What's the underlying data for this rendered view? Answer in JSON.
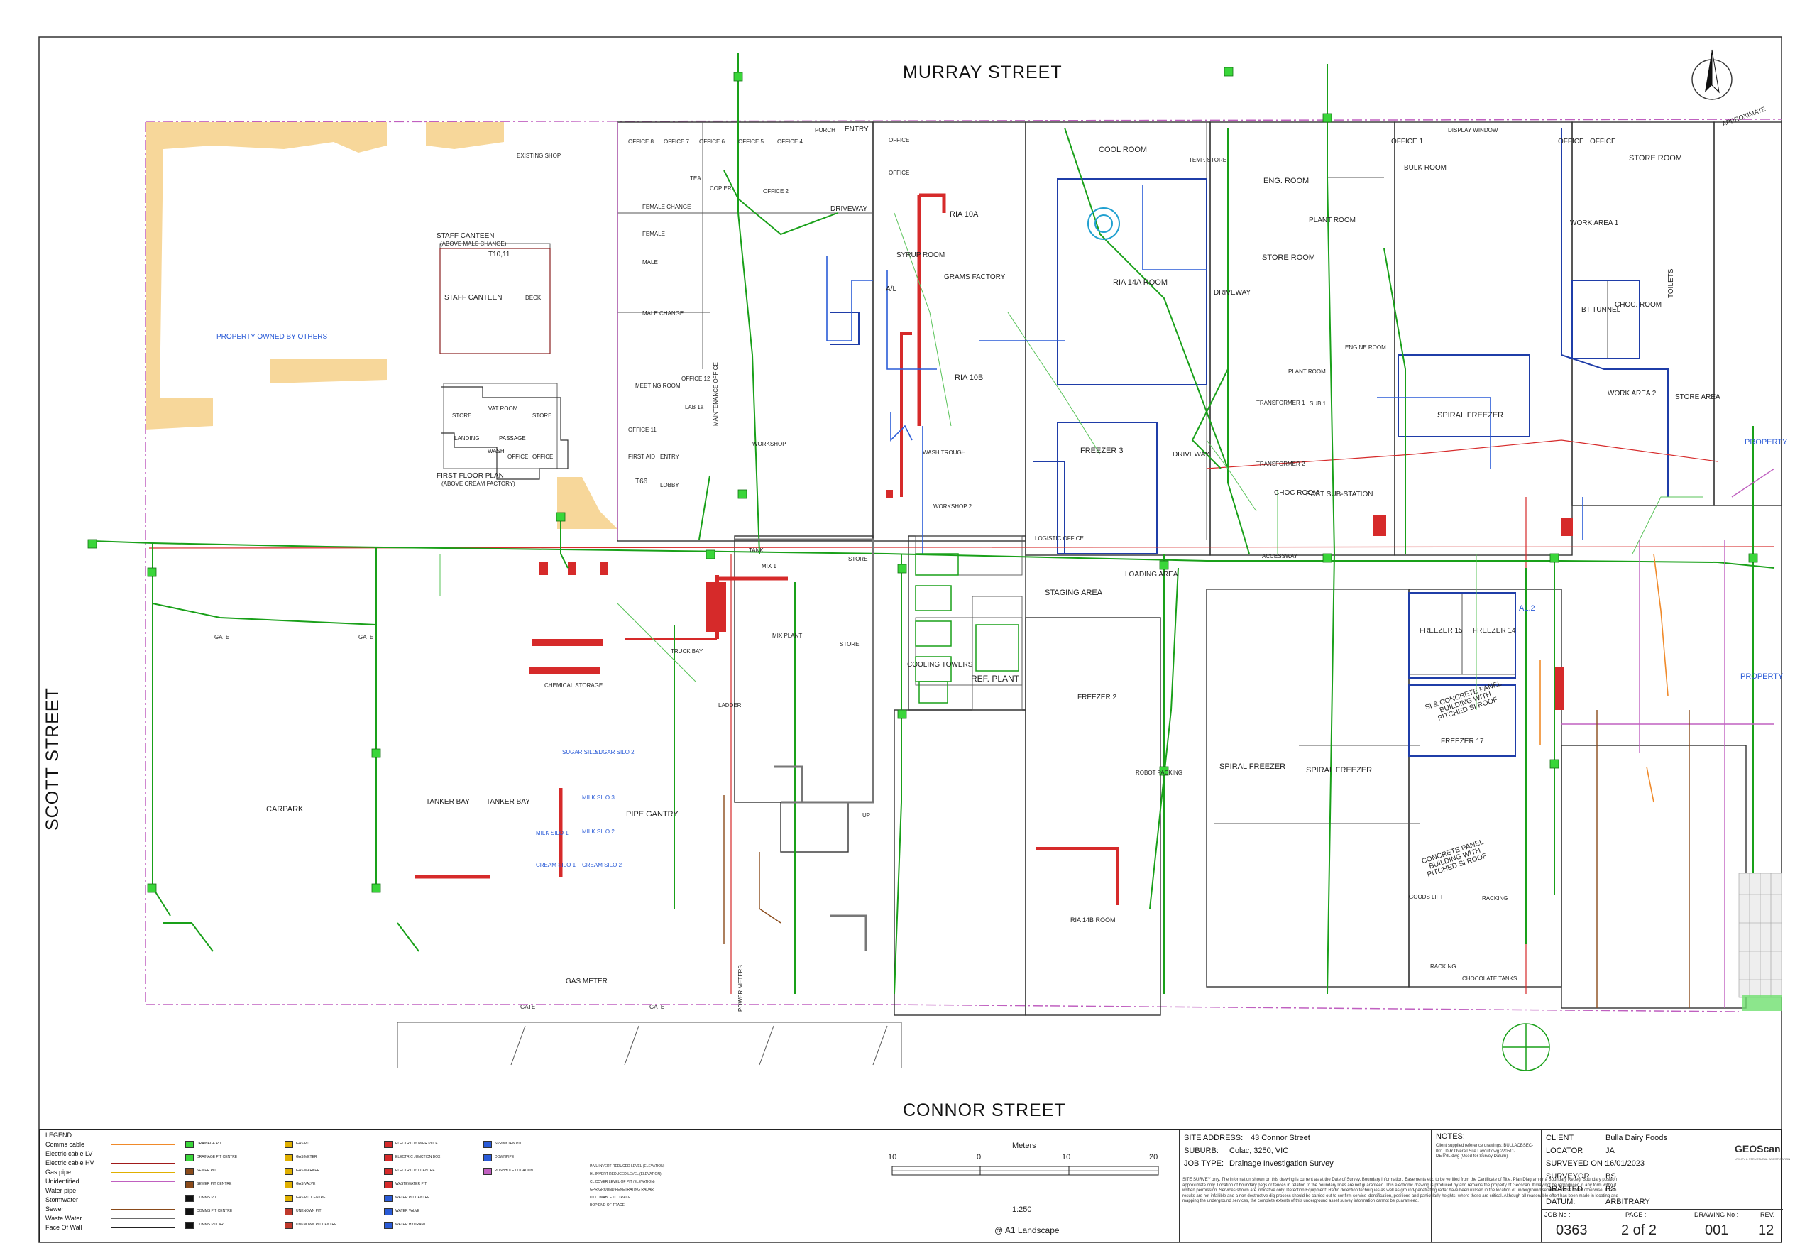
{
  "streets": {
    "north": "MURRAY STREET",
    "south": "CONNOR STREET",
    "west": "SCOTT STREET"
  },
  "north_arrow_note": "APPROXIMATE",
  "rooms": {
    "property_owned_by_others": "PROPERTY OWNED BY OTHERS",
    "property_right_1": "PROPERTY",
    "property_right_2": "PROPERTY",
    "staff_canteen_title": "STAFF CANTEEN",
    "staff_canteen_sub": "(ABOVE MALE CHANGE)",
    "t10_11": "T10,11",
    "staff_canteen_inner": "STAFF CANTEEN",
    "deck": "DECK",
    "existing_shop": "EXISTING SHOP",
    "vat_room": "VAT ROOM",
    "store_a": "STORE",
    "store_b": "STORE",
    "landing": "LANDING",
    "passage": "PASSAGE",
    "wash": "WASH",
    "office_ff": "OFFICE",
    "office_ff2": "OFFICE",
    "first_floor_plan": "FIRST FLOOR PLAN",
    "first_floor_sub": "(ABOVE CREAM FACTORY)",
    "entry_top": "ENTRY",
    "porch": "PORCH",
    "driveway_1": "DRIVEWAY",
    "driveway_2": "DRIVEWAY",
    "driveway_3": "DRIVEWAY",
    "office_a": "OFFICE",
    "office_b": "OFFICE",
    "ria_10a": "RIA 10A",
    "syrup_room": "SYRUP ROOM",
    "al": "A/L",
    "grams_factory": "GRAMS FACTORY",
    "ria_10b": "RIA 10B",
    "cool_room": "COOL ROOM",
    "temp_store": "TEMP. STORE",
    "ria_14a_room": "RIA 14A ROOM",
    "eng_room": "ENG. ROOM",
    "store_room_1": "STORE ROOM",
    "plant_room": "PLANT ROOM",
    "office_1": "OFFICE 1",
    "bulk_room": "BULK ROOM",
    "display_window": "DISPLAY WINDOW",
    "office_c": "OFFICE",
    "office_d": "OFFICE",
    "store_room_2": "STORE ROOM",
    "work_area_1": "WORK AREA 1",
    "bt_tunnel": "BT TUNNEL",
    "choc_room_a": "CHOC. ROOM",
    "toilets": "TOILETS",
    "work_area_2": "WORK AREA 2",
    "store_area": "STORE AREA",
    "spiral_freezer_top": "SPIRAL FREEZER",
    "freezer_3": "FREEZER 3",
    "choc_room_b": "CHOC ROOM",
    "east_substation": "EAST SUB-STATION",
    "transformer_1": "TRANSFORMER 1",
    "transformer_2": "TRANSFORMER 2",
    "sub_1": "SUB 1",
    "engine_room": "ENGINE ROOM",
    "plant_room_2": "PLANT ROOM",
    "meeting_room": "MEETING ROOM",
    "office_11": "OFFICE 11",
    "office_12": "OFFICE 12",
    "lab": "LAB 1a",
    "workshop": "WORKSHOP",
    "first_aid": "FIRST AID",
    "entry_2": "ENTRY",
    "t66": "T66",
    "lobby": "LOBBY",
    "maintenance_office": "MAINTENANCE OFFICE",
    "wash_trough": "WASH TROUGH",
    "workshop_2": "WORKSHOP 2",
    "logistic_office": "LOGISTIC OFFICE",
    "loading_area": "LOADING AREA",
    "staging_area": "STAGING AREA",
    "cooling_towers": "COOLING TOWERS",
    "ref_plant": "REF. PLANT",
    "freezer_2": "FREEZER 2",
    "robot_packing": "ROBOT PACKING",
    "ria_14b_room": "RIA 14B ROOM",
    "freezer_15": "FREEZER 15",
    "freezer_14": "FREEZER 14",
    "al_2": "AL.2",
    "freezer_17": "FREEZER 17",
    "panel_building": "SI & CONCRETE PANEL BUILDING WITH PITCHED SI ROOF",
    "spiral_freezer_1": "SPIRAL FREEZER",
    "spiral_freezer_2": "SPIRAL FREEZER",
    "concrete_panel": "CONCRETE PANEL BUILDING WITH PITCHED SI ROOF",
    "goods_lift": "GOODS LIFT",
    "racking_1": "RACKING",
    "racking_2": "RACKING",
    "chocolate_tanks": "CHOCOLATE TANKS",
    "accessway": "ACCESSWAY",
    "tank": "TANK",
    "mix_1": "MIX 1",
    "store_c": "STORE",
    "store_d": "STORE",
    "mix_plant": "MIX PLANT",
    "truck_bay": "TRUCK BAY",
    "chemical_storage": "CHEMICAL STORAGE",
    "carpark": "CARPARK",
    "tanker_bay_1": "TANKER BAY",
    "tanker_bay_2": "TANKER BAY",
    "pipe_gantry": "PIPE GANTRY",
    "gas_meter": "GAS METER",
    "gate_1": "GATE",
    "gate_2": "GATE",
    "gate_3": "GATE",
    "gate_4": "GATE",
    "power_meters": "POWER METERS",
    "up": "UP",
    "ladder": "LADDER",
    "milk_silo_1": "MILK SILO 1",
    "cream_silo_1": "CREAM SILO 1",
    "milk_silo_2": "MILK SILO 2",
    "cream_silo_2": "CREAM SILO 2",
    "milk_silo_3": "MILK SILO 3",
    "sugar_silo_1": "SUGAR SILO 1",
    "sugar_silo_2": "SUGAR SILO 2",
    "female_change": "FEMALE CHANGE",
    "male_change": "MALE CHANGE",
    "male": "MALE",
    "female": "FEMALE",
    "copier": "COPIER",
    "tea": "TEA",
    "office_5": "OFFICE 5",
    "office_6": "OFFICE 6",
    "office_7": "OFFICE 7",
    "office_8": "OFFICE 8",
    "office_2": "OFFICE 2",
    "office_4": "OFFICE 4"
  },
  "legend": {
    "title": "LEGEND",
    "items": [
      {
        "label": "Comms cable",
        "color": "#f08a2a"
      },
      {
        "label": "Electric cable LV",
        "color": "#d62a2a"
      },
      {
        "label": "Electric cable HV",
        "color": "#a11a1a"
      },
      {
        "label": "Gas pipe",
        "color": "#e0b000"
      },
      {
        "label": "Unidentified",
        "color": "#c060c0"
      },
      {
        "label": "Water pipe",
        "color": "#2a5bd7"
      },
      {
        "label": "Stormwater",
        "color": "#19a019"
      },
      {
        "label": "Sewer",
        "color": "#8a4a1a"
      },
      {
        "label": "Waste Water",
        "color": "#6a6a6a"
      },
      {
        "label": "Face Of Wall",
        "color": "#222222"
      }
    ],
    "symbols": [
      {
        "label": "DRAINAGE PIT",
        "color": "#3ad63a"
      },
      {
        "label": "DRAINAGE PIT CENTRE",
        "color": "#3ad63a"
      },
      {
        "label": "SEWER PIT",
        "color": "#8a4a1a"
      },
      {
        "label": "SEWER PIT CENTRE",
        "color": "#8a4a1a"
      },
      {
        "label": "COMMS PIT",
        "color": "#111111"
      },
      {
        "label": "COMMS PIT CENTRE",
        "color": "#111111"
      },
      {
        "label": "COMMS PILLAR",
        "color": "#111111"
      },
      {
        "label": "GAS PIT",
        "color": "#e0b000"
      },
      {
        "label": "GAS METER",
        "color": "#e0b000"
      },
      {
        "label": "GAS MARKER",
        "color": "#e0b000"
      },
      {
        "label": "GAS VALVE",
        "color": "#e0b000"
      },
      {
        "label": "GAS PIT CENTRE",
        "color": "#e0b000"
      },
      {
        "label": "UNKNOWN PIT",
        "color": "#c0392b"
      },
      {
        "label": "UNKNOWN PIT CENTRE",
        "color": "#c0392b"
      },
      {
        "label": "ELECTRIC POWER POLE",
        "color": "#d62a2a"
      },
      {
        "label": "ELECTRIC JUNCTION BOX",
        "color": "#d62a2a"
      },
      {
        "label": "ELECTRIC PIT CENTRE",
        "color": "#d62a2a"
      },
      {
        "label": "WASTEWATER PIT",
        "color": "#d62a2a"
      },
      {
        "label": "WATER PIT CENTRE",
        "color": "#2a5bd7"
      },
      {
        "label": "WATER VALVE",
        "color": "#2a5bd7"
      },
      {
        "label": "WATER HYDRANT",
        "color": "#2a5bd7"
      },
      {
        "label": "SPRINKTEN PIT",
        "color": "#2a5bd7"
      },
      {
        "label": "DOWNPIPE",
        "color": "#2a5bd7"
      },
      {
        "label": "PUSHHOLE LOCATION",
        "color": "#c060c0"
      }
    ],
    "abbreviations": [
      "INVL   INVERT REDUCED LEVEL (ELEVATION)",
      "HL     INVERT REDUCED LEVEL (ELEVATION)",
      "CL     COVER LEVEL OF PIT (ELEVATION)",
      "GPR    GROUND PENETRATING RADAR",
      "UTT    UNABLE TO TRACE",
      "BOP    END OF TRACE"
    ]
  },
  "scale": {
    "unit_label": "Meters",
    "ticks": [
      "10",
      "0",
      "10",
      "20"
    ],
    "ratio": "1:250",
    "paper": "@ A1 Landscape"
  },
  "site": {
    "address_label": "SITE ADDRESS:",
    "address": "43 Connor Street",
    "suburb_label": "SUBURB:",
    "suburb": "Colac, 3250, VIC",
    "job_type_label": "JOB TYPE:",
    "job_type": "Drainage Investigation Survey"
  },
  "notes": {
    "title": "NOTES:",
    "body": "Client supplied reference drawings: BULLACBSEC-001_D-R Overall Site Layout.dwg 220511-DETAIL.dwg (Used for Survey Datum)"
  },
  "disclaimer": "SITE SURVEY only. The information shown on this drawing is current as at the Date of Survey. Boundary information, Easements etc. to be verified from the Certificate of Title, Plan Diagram or a Boundary Repeg. Boundary position approximate only. Location of boundary pegs or fences in relation to the boundary lines are not guaranteed. This electronic drawing is produced by and remains the property of Geoscan. It may not be reproduced in any form without written permission. Services shown are indicative only. Detection Equipment: Radio detection techniques as well as ground-penetrating radar have been utilised in the location of underground services unless noted otherwise. These results are not infallible and a non destructive dig process should be carried out to confirm service identification, positions and particularly heights, where these are critical. Although all reasonable effort has been made in locating and mapping the underground services, the complete extents of this underground asset survey information cannot be guaranteed.",
  "client": {
    "client_label": "CLIENT",
    "client": "Bulla Dairy Foods",
    "locator_label": "LOCATOR",
    "locator": "JA",
    "surveyed_label": "SURVEYED ON :",
    "surveyed": "16/01/2023",
    "surveyor_label": "SURVEYOR",
    "surveyor": "BS",
    "drafted_label": "DRAFTED",
    "drafted": "BS",
    "datum_label": "DATUM:",
    "datum": "ARBITRARY"
  },
  "job": {
    "job_label": "JOB No :",
    "job": "0363",
    "page_label": "PAGE :",
    "page": "2 of 2",
    "drawing_label": "DRAWING No :",
    "drawing": "001",
    "rev_label": "REV.",
    "rev": "12"
  },
  "brand": {
    "logo": "GEOScan",
    "tagline": "UTILITY & STRUCTURAL INVESTIGATION"
  },
  "colors": {
    "stormwater": "#19a019",
    "drainage_pit": "#3ad63a",
    "electric": "#d62a2a",
    "water": "#2a5bd7",
    "sewer": "#8a4a1a",
    "unidentified": "#c060c0",
    "gas": "#e0b000",
    "comms": "#f08a2a",
    "sand": "#f7d79a",
    "wall": "#333333"
  }
}
